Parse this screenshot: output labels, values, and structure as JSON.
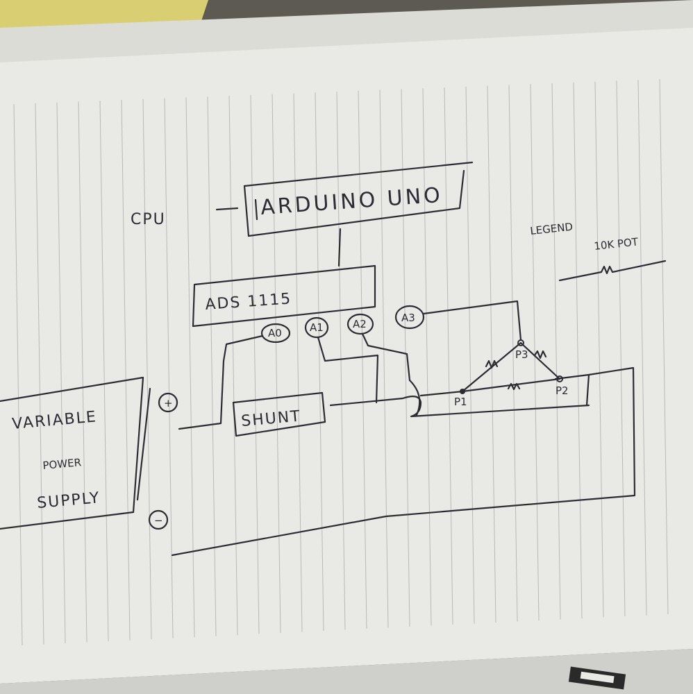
{
  "diagram": {
    "cpu_label": "CPU",
    "arduino_label": "ARDUINO UNO",
    "adc_label": "ADS 1115",
    "pins": {
      "a0": "A0",
      "a1": "A1",
      "a2": "A2",
      "a3": "A3"
    },
    "shunt_label": "SHUNT",
    "power_supply": {
      "line1": "VARIABLE",
      "line2": "POWER",
      "line3": "SUPPLY",
      "positive": "+",
      "negative": "−"
    },
    "bridge_nodes": {
      "p1": "P1",
      "p2": "P2",
      "p3": "P3"
    },
    "legend": {
      "title": "LEGEND",
      "item_label": "10K POT"
    }
  }
}
